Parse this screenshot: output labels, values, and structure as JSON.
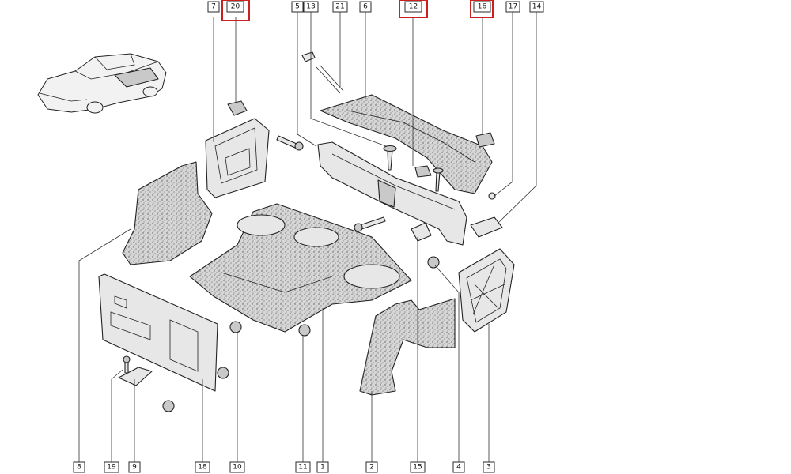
{
  "callouts": {
    "top": [
      {
        "label": "7",
        "highlight": false
      },
      {
        "label": "20",
        "highlight": true
      },
      {
        "label": "5",
        "highlight": false
      },
      {
        "label": "13",
        "highlight": false
      },
      {
        "label": "21",
        "highlight": false
      },
      {
        "label": "6",
        "highlight": false
      },
      {
        "label": "12",
        "highlight": true
      },
      {
        "label": "16",
        "highlight": true
      },
      {
        "label": "17",
        "highlight": false
      },
      {
        "label": "14",
        "highlight": false
      }
    ],
    "bottom": [
      {
        "label": "8",
        "highlight": false
      },
      {
        "label": "19",
        "highlight": false
      },
      {
        "label": "9",
        "highlight": false
      },
      {
        "label": "18",
        "highlight": false
      },
      {
        "label": "10",
        "highlight": false
      },
      {
        "label": "11",
        "highlight": false
      },
      {
        "label": "1",
        "highlight": false
      },
      {
        "label": "2",
        "highlight": false
      },
      {
        "label": "15",
        "highlight": false
      },
      {
        "label": "4",
        "highlight": false
      },
      {
        "label": "3",
        "highlight": false
      }
    ]
  },
  "colors": {
    "highlight": "#cc1f1f",
    "line": "#222222",
    "background": "#ffffff"
  }
}
